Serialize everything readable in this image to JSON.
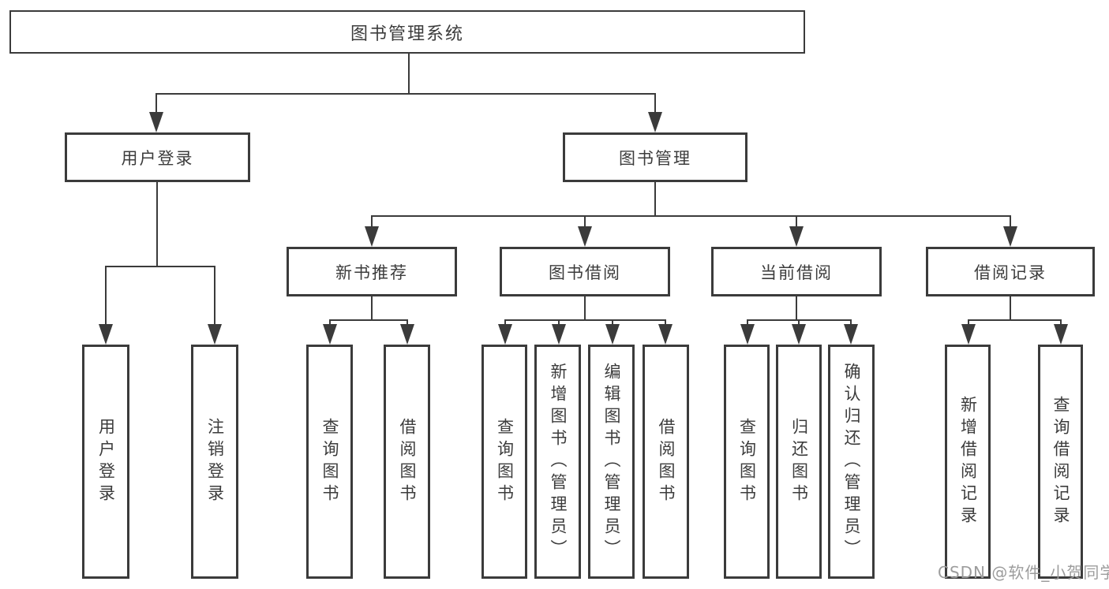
{
  "page": {
    "background": "#ffffff"
  },
  "colors": {
    "line": "#3b3b3b",
    "box_border": "#3b3b3b",
    "text": "#3c3c3c",
    "watermark": "#9c9c9c"
  },
  "tree": {
    "root": {
      "label": "图书管理系统"
    },
    "branches": [
      {
        "label": "用户登录",
        "leaves": [
          {
            "label": "用户登录"
          },
          {
            "label": "注销登录"
          }
        ]
      },
      {
        "label": "图书管理",
        "sections": [
          {
            "label": "新书推荐",
            "leaves": [
              {
                "label": "查询图书"
              },
              {
                "label": "借阅图书"
              }
            ]
          },
          {
            "label": "图书借阅",
            "leaves": [
              {
                "label": "查询图书"
              },
              {
                "label": "新增图书（管理员）"
              },
              {
                "label": "编辑图书（管理员）"
              },
              {
                "label": "借阅图书"
              }
            ]
          },
          {
            "label": "当前借阅",
            "leaves": [
              {
                "label": "查询图书"
              },
              {
                "label": "归还图书"
              },
              {
                "label": "确认归还（管理员）"
              }
            ]
          },
          {
            "label": "借阅记录",
            "leaves": [
              {
                "label": "新增借阅记录"
              },
              {
                "label": "查询借阅记录"
              }
            ]
          }
        ]
      }
    ]
  },
  "watermark": {
    "text": "CSDN @软件_小贺同学"
  }
}
